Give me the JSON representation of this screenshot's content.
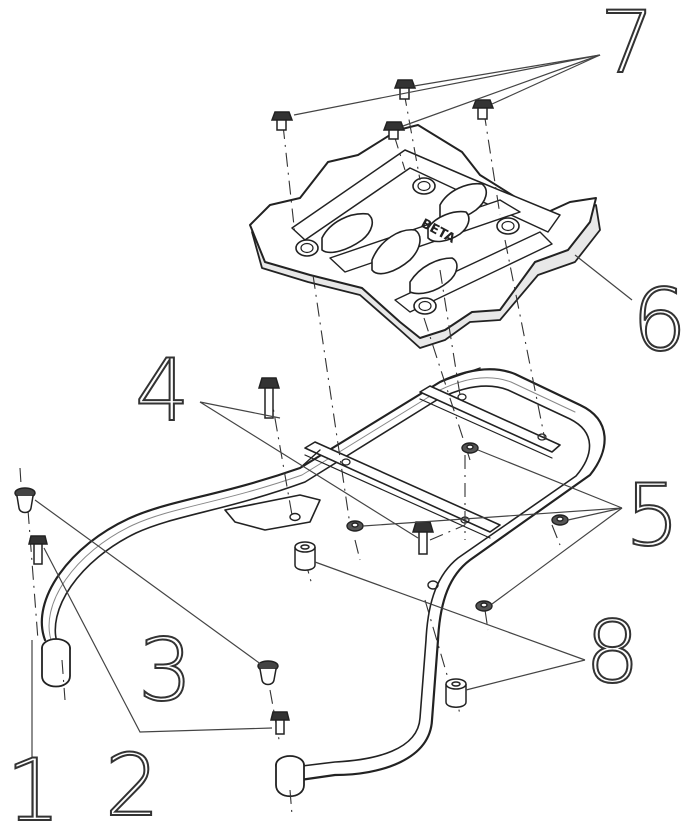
{
  "diagram": {
    "callouts": [
      "1",
      "2",
      "3",
      "4",
      "5",
      "6",
      "7",
      "8"
    ],
    "logo_text": "BETA",
    "colors": {
      "line": "#222222",
      "fill": "#ffffff",
      "shade": "#bdbdbd"
    }
  }
}
